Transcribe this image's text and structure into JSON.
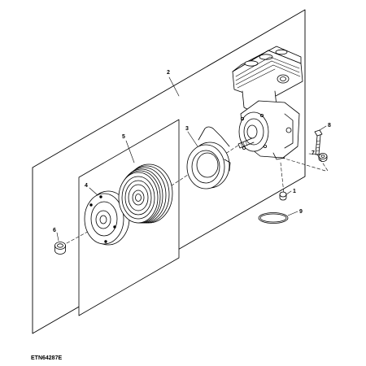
{
  "figure_id": "ETN64287E",
  "callouts": {
    "c1": "1",
    "c2": "2",
    "c3": "3",
    "c4": "4",
    "c5": "5",
    "c6": "6",
    "c7": "7",
    "c8": "8",
    "c9": "9"
  },
  "colors": {
    "line": "#000000",
    "panel": "#ffffff",
    "background": "#ffffff"
  }
}
